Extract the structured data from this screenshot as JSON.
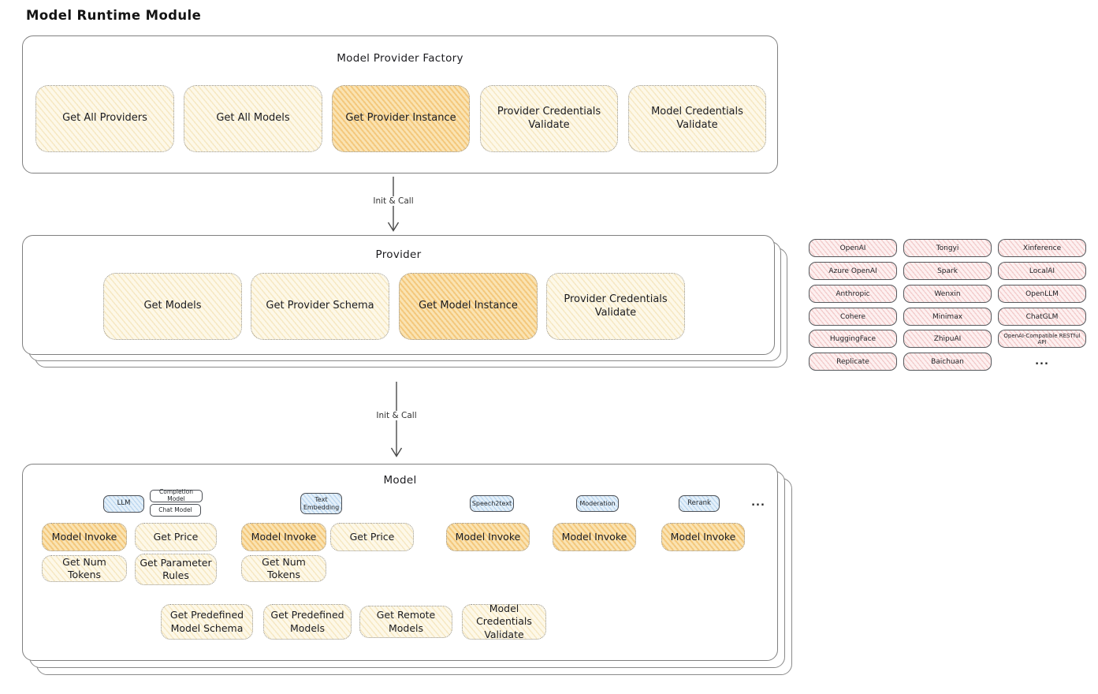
{
  "title": "Model Runtime Module",
  "colors": {
    "cream_fill": "#fdf8e8",
    "cream_hatch": "#e2ba58",
    "highlight_fill": "#fae3b2",
    "highlight_hatch": "#e99c26",
    "vendor_pink_fill": "#fdf0f0",
    "vendor_pink_hatch": "#db7676",
    "tag_blue_fill": "#e4f0fa",
    "tag_blue_hatch": "#73a8da",
    "container_border": "#808080",
    "text": "#1b1b1f"
  },
  "factory": {
    "title": "Model Provider Factory",
    "buttons": [
      {
        "label": "Get All Providers",
        "highlight": false
      },
      {
        "label": "Get All Models",
        "highlight": false
      },
      {
        "label": "Get Provider Instance",
        "highlight": true
      },
      {
        "label": "Provider Credentials Validate",
        "highlight": false
      },
      {
        "label": "Model Credentials Validate",
        "highlight": false
      }
    ]
  },
  "arrows": {
    "first_label": "Init & Call",
    "second_label": "Init & Call"
  },
  "provider": {
    "title": "Provider",
    "buttons": [
      {
        "label": "Get Models",
        "highlight": false
      },
      {
        "label": "Get Provider Schema",
        "highlight": false
      },
      {
        "label": "Get Model Instance",
        "highlight": true
      },
      {
        "label": "Provider Credentials Validate",
        "highlight": false
      }
    ]
  },
  "vendors": {
    "items": [
      "OpenAI",
      "Tongyi",
      "Xinference",
      "Azure OpenAI",
      "Spark",
      "LocalAI",
      "Anthropic",
      "Wenxin",
      "OpenLLM",
      "Cohere",
      "Minimax",
      "ChatGLM",
      "HuggingFace",
      "ZhipuAI",
      "OpenAI-Compatible RESTful API",
      "Replicate",
      "Baichuan"
    ],
    "more": "..."
  },
  "model": {
    "title": "Model",
    "tags": {
      "llm": "LLM",
      "completion": "Completion Model",
      "chat": "Chat Model",
      "text_embedding": "Text Embedding",
      "speech2text": "Speech2text",
      "moderation": "Moderation",
      "rerank": "Rerank",
      "more": "..."
    },
    "fn": {
      "model_invoke": "Model Invoke",
      "get_price": "Get Price",
      "get_num_tokens": "Get Num Tokens",
      "get_parameter_rules": "Get Parameter Rules"
    },
    "bottom": [
      {
        "label": "Get Predefined Model Schema"
      },
      {
        "label": "Get Predefined Models"
      },
      {
        "label": "Get Remote Models"
      },
      {
        "label": "Model Credentials Validate"
      }
    ]
  }
}
